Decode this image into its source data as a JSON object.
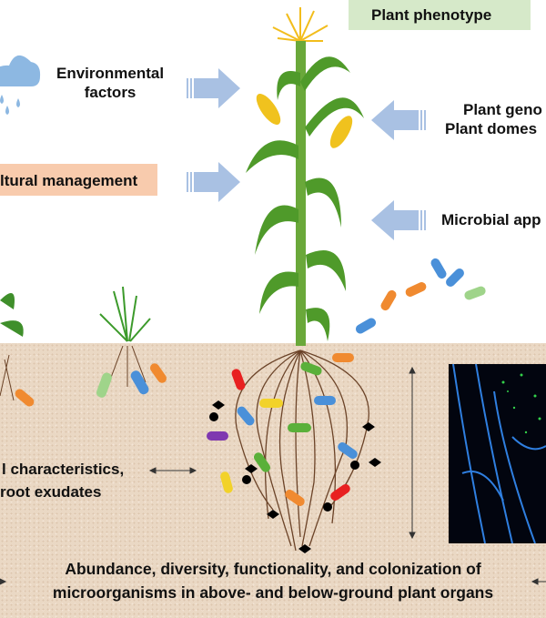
{
  "labels": {
    "plant_phenotype": "Plant phenotype",
    "environmental_1": "Environmental",
    "environmental_2": "factors",
    "management": "ltural management",
    "genotype_1": "Plant geno",
    "genotype_2": "Plant domes",
    "microbial": "Microbial app",
    "soil_1": "l characteristics,",
    "soil_2": "root exudates",
    "bottom_1": "Abundance, diversity, functionality, and colonization of",
    "bottom_2": "microorganisms in above- and below-ground plant organs"
  },
  "colors": {
    "arrow": "#a9c1e3",
    "phenotype_box": "#d6e9c9",
    "management_box": "#f8cbad",
    "soil": "#ead8c4",
    "root": "#6b4328",
    "stem": "#6aa83a"
  }
}
